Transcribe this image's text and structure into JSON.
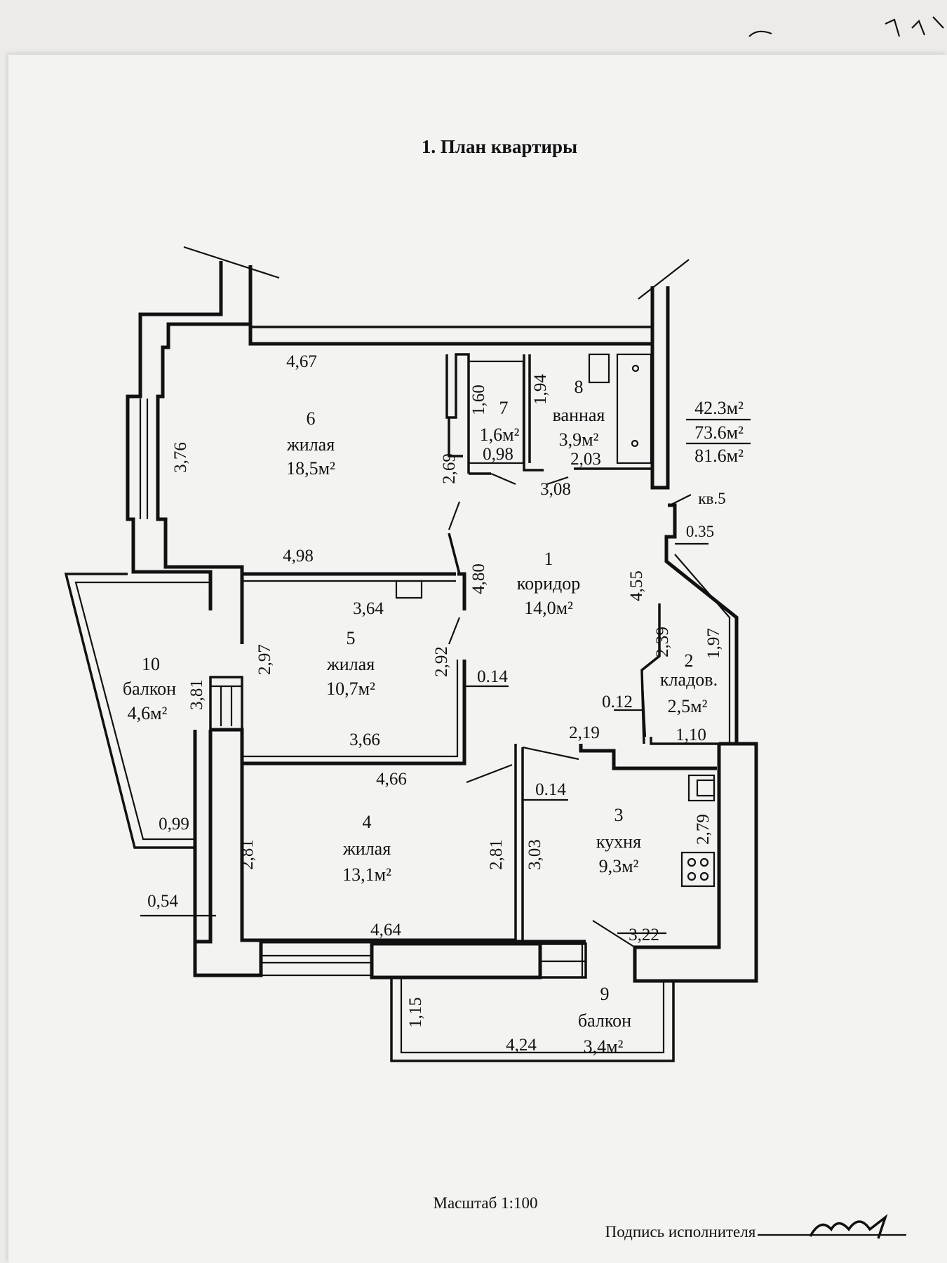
{
  "title": "1. План квартиры",
  "scale": "Масштаб 1:100",
  "signature_label": "Подпись исполнителя",
  "apartment_label": "кв.5",
  "areas": {
    "living": "42.3м²",
    "general": "73.6м²",
    "total": "81.6м²"
  },
  "rooms": [
    {
      "number": "1",
      "name": "коридор",
      "area": "14,0м²"
    },
    {
      "number": "2",
      "name": "кладов.",
      "area": "2,5м²"
    },
    {
      "number": "3",
      "name": "кухня",
      "area": "9,3м²"
    },
    {
      "number": "4",
      "name": "жилая",
      "area": "13,1м²"
    },
    {
      "number": "5",
      "name": "жилая",
      "area": "10,7м²"
    },
    {
      "number": "6",
      "name": "жилая",
      "area": "18,5м²"
    },
    {
      "number": "7",
      "name": "",
      "area": "1,6м²"
    },
    {
      "number": "8",
      "name": "ванная",
      "area": "3,9м²"
    },
    {
      "number": "9",
      "name": "балкон",
      "area": "3,4м²"
    },
    {
      "number": "10",
      "name": "балкон",
      "area": "4,6м²"
    }
  ],
  "dimensions": {
    "r6_top": "4,67",
    "r6_left": "3,76",
    "r6_bottom": "4,98",
    "r6_right": "2,69",
    "r7_h": "1,60",
    "r7_w": "0,98",
    "r8_h": "1,94",
    "r8_w": "2,03",
    "bath_bottom": "3,08",
    "corridor_v": "4,80",
    "kv_offset": "0.35",
    "corr_right": "4,55",
    "r5_top": "3,64",
    "r5_left": "2,97",
    "r5_right": "2,92",
    "r5_wall": "0.14",
    "r5_bottom": "3,66",
    "closet_h1": "2,39",
    "closet_h2": "1,97",
    "closet_wall": "0.12",
    "closet_w": "1,10",
    "corr_bottom": "2,19",
    "b10_wall": "3,81",
    "b10_bottom": "0,99",
    "b10_side": "0,54",
    "r4_top": "4,66",
    "r4_left": "2,81",
    "r4_right": "2,81",
    "r4_bottom": "4,64",
    "kitchen_wall": "0.14",
    "kitchen_left": "3,03",
    "kitchen_right": "2,79",
    "kitchen_bottom": "3,22",
    "b9_h": "1,15",
    "b9_w": "4,24"
  }
}
